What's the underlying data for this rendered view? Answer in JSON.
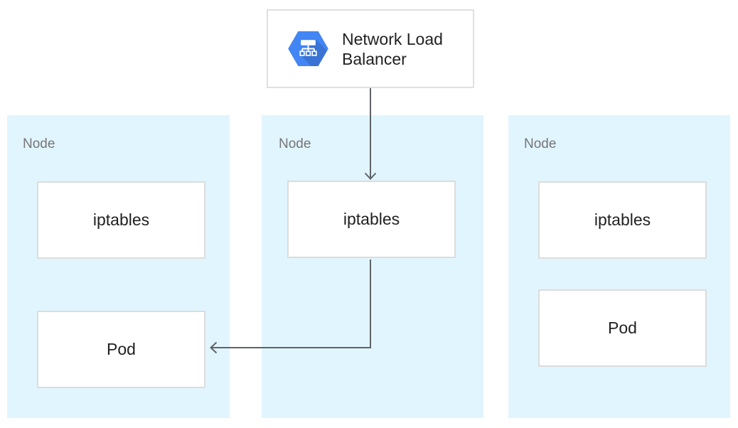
{
  "colors": {
    "canvas_bg": "#ffffff",
    "panel_bg": "#e1f5fe",
    "box_bg": "#ffffff",
    "box_border": "#dcdcdc",
    "lb_border": "#e0e0e0",
    "arrow": "#5f6368",
    "node_label": "#757575",
    "box_label": "#212121",
    "icon_hex_blue": "#4285f4"
  },
  "load_balancer": {
    "label": "Network Load Balancer",
    "icon": "network-load-balancer-hexagon-icon"
  },
  "nodes": [
    {
      "label": "Node",
      "iptables_label": "iptables",
      "pod_label": "Pod"
    },
    {
      "label": "Node",
      "iptables_label": "iptables"
    },
    {
      "label": "Node",
      "iptables_label": "iptables",
      "pod_label": "Pod"
    }
  ],
  "arrows": [
    {
      "from": "network-load-balancer",
      "to": "node-2-iptables",
      "direction": "down"
    },
    {
      "from": "node-2-iptables",
      "to": "node-1-pod",
      "direction": "down-then-left"
    }
  ]
}
